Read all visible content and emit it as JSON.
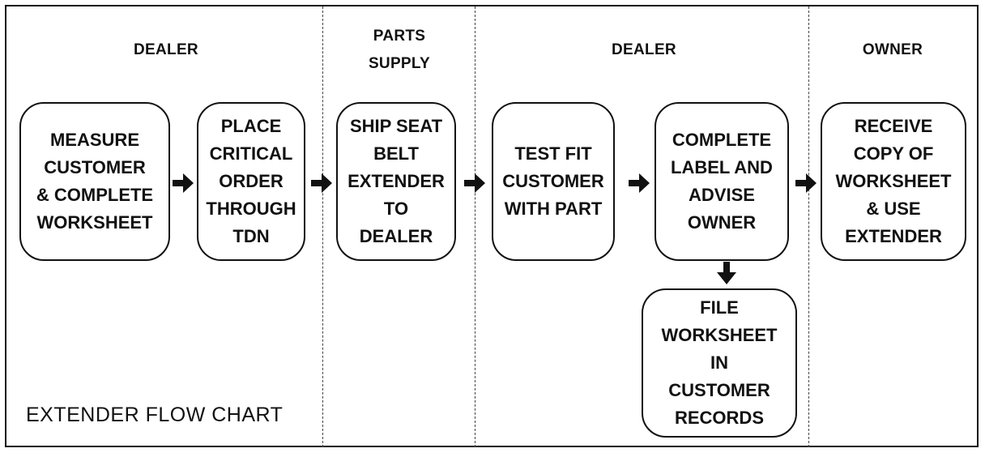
{
  "diagram": {
    "title": "EXTENDER FLOW CHART",
    "lanes": [
      {
        "label": "DEALER"
      },
      {
        "label_lines": [
          "PARTS",
          "SUPPLY"
        ]
      },
      {
        "label": "DEALER"
      },
      {
        "label": "OWNER"
      }
    ],
    "steps": [
      {
        "lines": [
          "MEASURE",
          "CUSTOMER",
          "& COMPLETE",
          "WORKSHEET"
        ]
      },
      {
        "lines": [
          "PLACE",
          "CRITICAL",
          "ORDER",
          "THROUGH",
          "TDN"
        ]
      },
      {
        "lines": [
          "SHIP SEAT",
          "BELT",
          "EXTENDER",
          "TO",
          "DEALER"
        ]
      },
      {
        "lines": [
          "TEST FIT",
          "CUSTOMER",
          "WITH PART"
        ]
      },
      {
        "lines": [
          "COMPLETE",
          "LABEL AND",
          "ADVISE",
          "OWNER"
        ]
      },
      {
        "lines": [
          "RECEIVE",
          "COPY OF",
          "WORKSHEET",
          "& USE",
          "EXTENDER"
        ]
      },
      {
        "lines": [
          "FILE",
          "WORKSHEET",
          "IN",
          "CUSTOMER",
          "RECORDS"
        ]
      }
    ],
    "connectors": [
      {
        "from": 0,
        "to": 1,
        "icon": "arrow-right-icon"
      },
      {
        "from": 1,
        "to": 2,
        "icon": "arrow-right-icon"
      },
      {
        "from": 2,
        "to": 3,
        "icon": "arrow-right-icon"
      },
      {
        "from": 3,
        "to": 4,
        "icon": "arrow-right-icon"
      },
      {
        "from": 4,
        "to": 5,
        "icon": "arrow-right-icon"
      },
      {
        "from": 4,
        "to": 6,
        "icon": "arrow-down-icon"
      }
    ]
  }
}
